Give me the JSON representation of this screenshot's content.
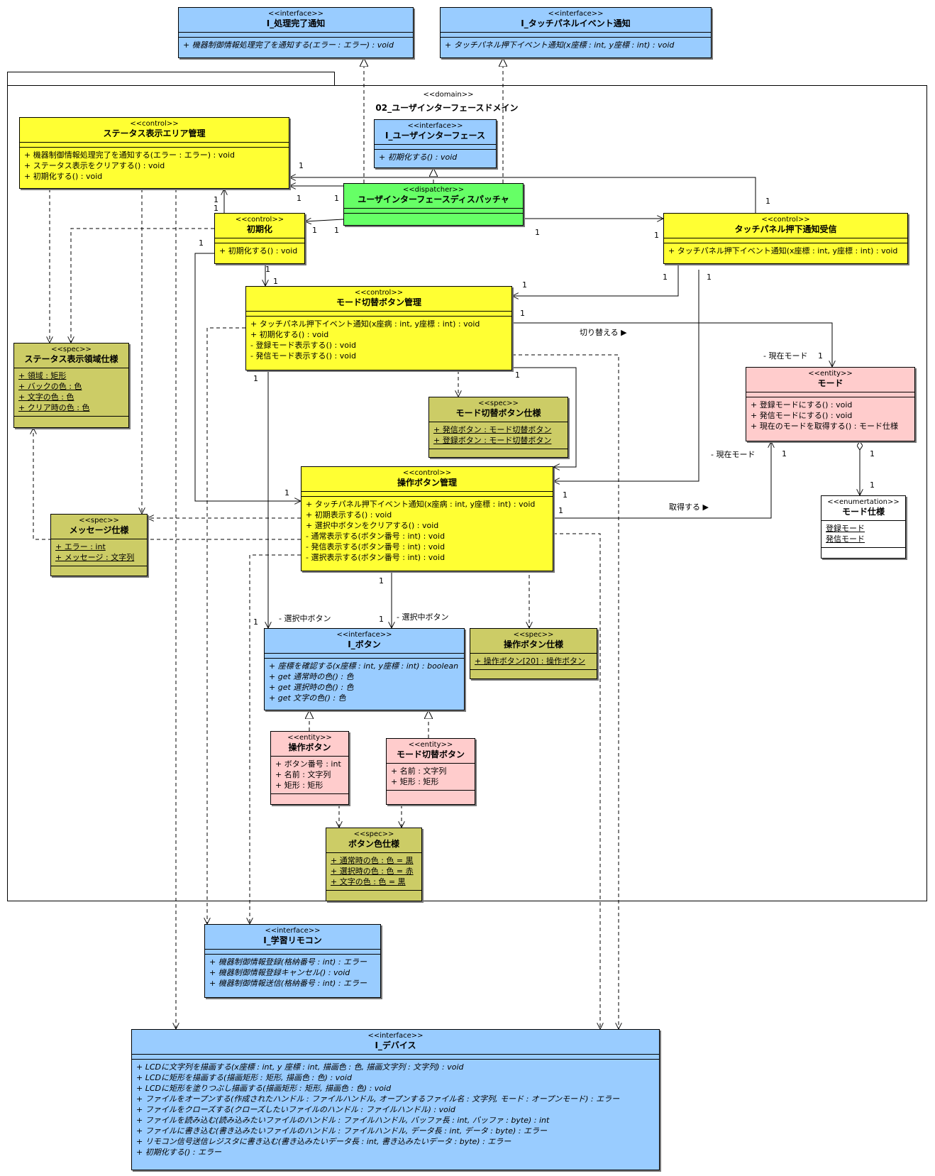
{
  "package": {
    "stereotype": "<<domain>>",
    "name": "02_ユーザインターフェースドメイン"
  },
  "classes": {
    "shori": {
      "stereotype": "<<interface>>",
      "name": "I_処理完了通知",
      "attributes": [],
      "operations": [
        "+ 機器制御情報処理完了を通知する(エラー : エラー) : void"
      ]
    },
    "touch_if": {
      "stereotype": "<<interface>>",
      "name": "I_タッチパネルイベント通知",
      "attributes": [],
      "operations": [
        "+ タッチパネル押下イベント通知(x座標 : int, y座標 : int) : void"
      ]
    },
    "status": {
      "stereotype": "<<control>>",
      "name": "ステータス表示エリア管理",
      "attributes": [],
      "operations": [
        "+ 機器制御情報処理完了を通知する(エラー : エラー) : void",
        "+ ステータス表示をクリアする() : void",
        "+ 初期化する() : void"
      ]
    },
    "ui_if": {
      "stereotype": "<<interface>>",
      "name": "I_ユーザインターフェース",
      "attributes": [],
      "operations": [
        "+ 初期化する() : void"
      ]
    },
    "dispatcher": {
      "stereotype": "<<dispatcher>>",
      "name": "ユーザインターフェースディスパッチャ",
      "attributes": [],
      "operations": []
    },
    "init": {
      "stereotype": "<<control>>",
      "name": "初期化",
      "attributes": [],
      "operations": [
        "+ 初期化する() : void"
      ]
    },
    "touch_recv": {
      "stereotype": "<<control>>",
      "name": "タッチパネル押下通知受信",
      "attributes": [],
      "operations": [
        "+ タッチパネル押下イベント通知(x座標 : int, y座標 : int) : void"
      ]
    },
    "mode_btn_mgr": {
      "stereotype": "<<control>>",
      "name": "モード切替ボタン管理",
      "attributes": [],
      "operations": [
        "+ タッチパネル押下イベント通知(x座病 : int, y座標 : int) : void",
        "+ 初期化する() : void",
        "- 登録モード表示する() : void",
        "- 発信モード表示する() : void"
      ]
    },
    "status_spec": {
      "stereotype": "<<spec>>",
      "name": "ステータス表示領域仕様",
      "attributes": [
        "+ 領域 : 矩形",
        "+ バックの色 : 色",
        "+ 文字の色 : 色",
        "+ クリア時の色 : 色"
      ],
      "operations": []
    },
    "mode_btn_spec": {
      "stereotype": "<<spec>>",
      "name": "モード切替ボタン仕様",
      "attributes": [
        "+ 発信ボタン : モード切替ボタン",
        "+ 登録ボタン : モード切替ボタン"
      ],
      "operations": []
    },
    "mode": {
      "stereotype": "<<entity>>",
      "name": "モード",
      "attributes": [],
      "operations": [
        "+ 登録モードにする() : void",
        "+ 発信モードにする() : void",
        "+ 現在のモードを取得する() : モード仕様"
      ]
    },
    "op_btn_mgr": {
      "stereotype": "<<control>>",
      "name": "操作ボタン管理",
      "attributes": [],
      "operations": [
        "+ タッチパネル押下イベント通知(x座病 : int, y座標 : int) : void",
        "+ 初期表示する() : void",
        "+ 選択中ボタンをクリアする() : void",
        "- 通常表示する(ボタン番号 : int) : void",
        "- 発信表示する(ボタン番号 : int) : void",
        "- 選択表示する(ボタン番号 : int) : void"
      ]
    },
    "msg_spec": {
      "stereotype": "<<spec>>",
      "name": "メッセージ仕様",
      "attributes": [
        "+ エラー : int",
        "+ メッセージ : 文字列"
      ],
      "operations": []
    },
    "mode_enum": {
      "stereotype": "<<enumertation>>",
      "name": "モード仕様",
      "attributes": [
        "登録モード",
        "発信モード"
      ],
      "operations": []
    },
    "button_if": {
      "stereotype": "<<interface>>",
      "name": "I_ボタン",
      "attributes": [],
      "operations": [
        "+ 座標を確認する(x座標 : int, y座標 : int) : boolean",
        "+ get 通常時の色() : 色",
        "+ get 選択時の色() : 色",
        "+ get 文字の色() : 色"
      ]
    },
    "op_btn_spec": {
      "stereotype": "<<spec>>",
      "name": "操作ボタン仕様",
      "attributes": [
        "+ 操作ボタン[20] : 操作ボタン"
      ],
      "operations": []
    },
    "op_btn": {
      "stereotype": "<<entity>>",
      "name": "操作ボタン",
      "attributes": [
        "+ ボタン番号 : int",
        "+ 名前 : 文字列",
        "+ 矩形 : 矩形"
      ],
      "operations": []
    },
    "mode_btn": {
      "stereotype": "<<entity>>",
      "name": "モード切替ボタン",
      "attributes": [
        "+ 名前 : 文字列",
        "+ 矩形 : 矩形"
      ],
      "operations": []
    },
    "btn_color_spec": {
      "stereotype": "<<spec>>",
      "name": "ボタン色仕様",
      "attributes": [
        "+ 通常時の色 : 色 = 黒",
        "+ 選択時の色 : 色 = 赤",
        "+ 文字の色 : 色 = 黒"
      ],
      "operations": []
    },
    "remocon": {
      "stereotype": "<<interface>>",
      "name": "I_学習リモコン",
      "attributes": [],
      "operations": [
        "+ 機器制御情報登録(格納番号 : int) : エラー",
        "+ 機器制御情報登録キャンセル() : void",
        "+ 機器制御情報送信(格納番号 : int) : エラー"
      ]
    },
    "device": {
      "stereotype": "<<interface>>",
      "name": "I_デバイス",
      "attributes": [],
      "operations": [
        "+ LCDに文字列を描画する(x座標 : int, y 座標 : int, 描画色 : 色, 描画文字列 : 文字列) : void",
        "+ LCDに矩形を描画する(描画矩形 : 矩形, 描画色 : 色) : void",
        "+ LCDに矩形を塗りつぶし描画する(描画矩形 : 矩形, 描画色 : 色) : void",
        "+ ファイルをオープンする(作成されたハンドル : ファイルハンドル, オープンするファイル名 : 文字列, モード : オープンモード) : エラー",
        "+ ファイルをクローズする(クローズしたいファイルのハンドル : ファイルハンドル) : void",
        "+ ファイルを読み込む(読み込みたいファイルのハンドル : ファイルハンドル, バッファ長 : int, バッファ : byte) : int",
        "+ ファイルに書き込む(書き込みたいファイルのハンドル : ファイルハンドル, データ長 : int, データ : byte) : エラー",
        "+ リモコン信号送信レジスタに書き込む(書き込みたいデータ長 : int, 書き込みたいデータ : byte) : エラー",
        "+ 初期化する() : エラー"
      ]
    }
  },
  "labels": {
    "switch": "切り替える ▶",
    "get": "取得する ▶",
    "current_mode_1": "- 現在モード",
    "current_mode_2": "- 現在モード",
    "selected_btn_1": "- 選択中ボタン",
    "selected_btn_2": "- 選択中ボタン"
  },
  "multiplicity": {
    "one": "1"
  }
}
